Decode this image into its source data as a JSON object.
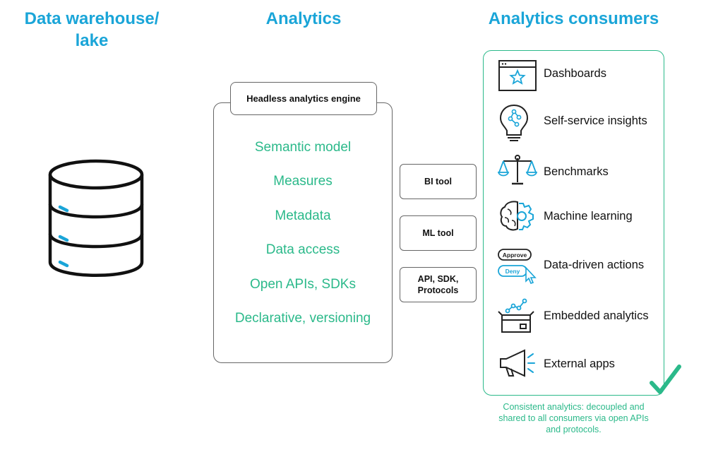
{
  "titles": {
    "warehouse": "Data warehouse/ lake",
    "analytics": "Analytics",
    "consumers": "Analytics consumers"
  },
  "engine": {
    "title": "Headless analytics engine",
    "features": [
      "Semantic model",
      "Measures",
      "Metadata",
      "Data access",
      "Open APIs, SDKs",
      "Declarative, versioning"
    ]
  },
  "tools": [
    "BI tool",
    "ML tool",
    "API, SDK, Protocols"
  ],
  "consumers": [
    {
      "label": "Dashboards",
      "icon": "dashboard-star-icon"
    },
    {
      "label": "Self-service insights",
      "icon": "lightbulb-icon"
    },
    {
      "label": "Benchmarks",
      "icon": "scales-icon"
    },
    {
      "label": "Machine learning",
      "icon": "brain-gear-icon"
    },
    {
      "label": "Data-driven actions",
      "icon": "approve-deny-icon"
    },
    {
      "label": "Embedded analytics",
      "icon": "box-chart-icon"
    },
    {
      "label": "External apps",
      "icon": "megaphone-icon"
    }
  ],
  "icon_text": {
    "approve": "Approve",
    "deny": "Deny"
  },
  "footnote": "Consistent analytics: decoupled and shared to all consumers via open APIs and protocols.",
  "colors": {
    "title": "#1aa5d8",
    "accent": "#2bb98a",
    "outline": "#666666"
  }
}
